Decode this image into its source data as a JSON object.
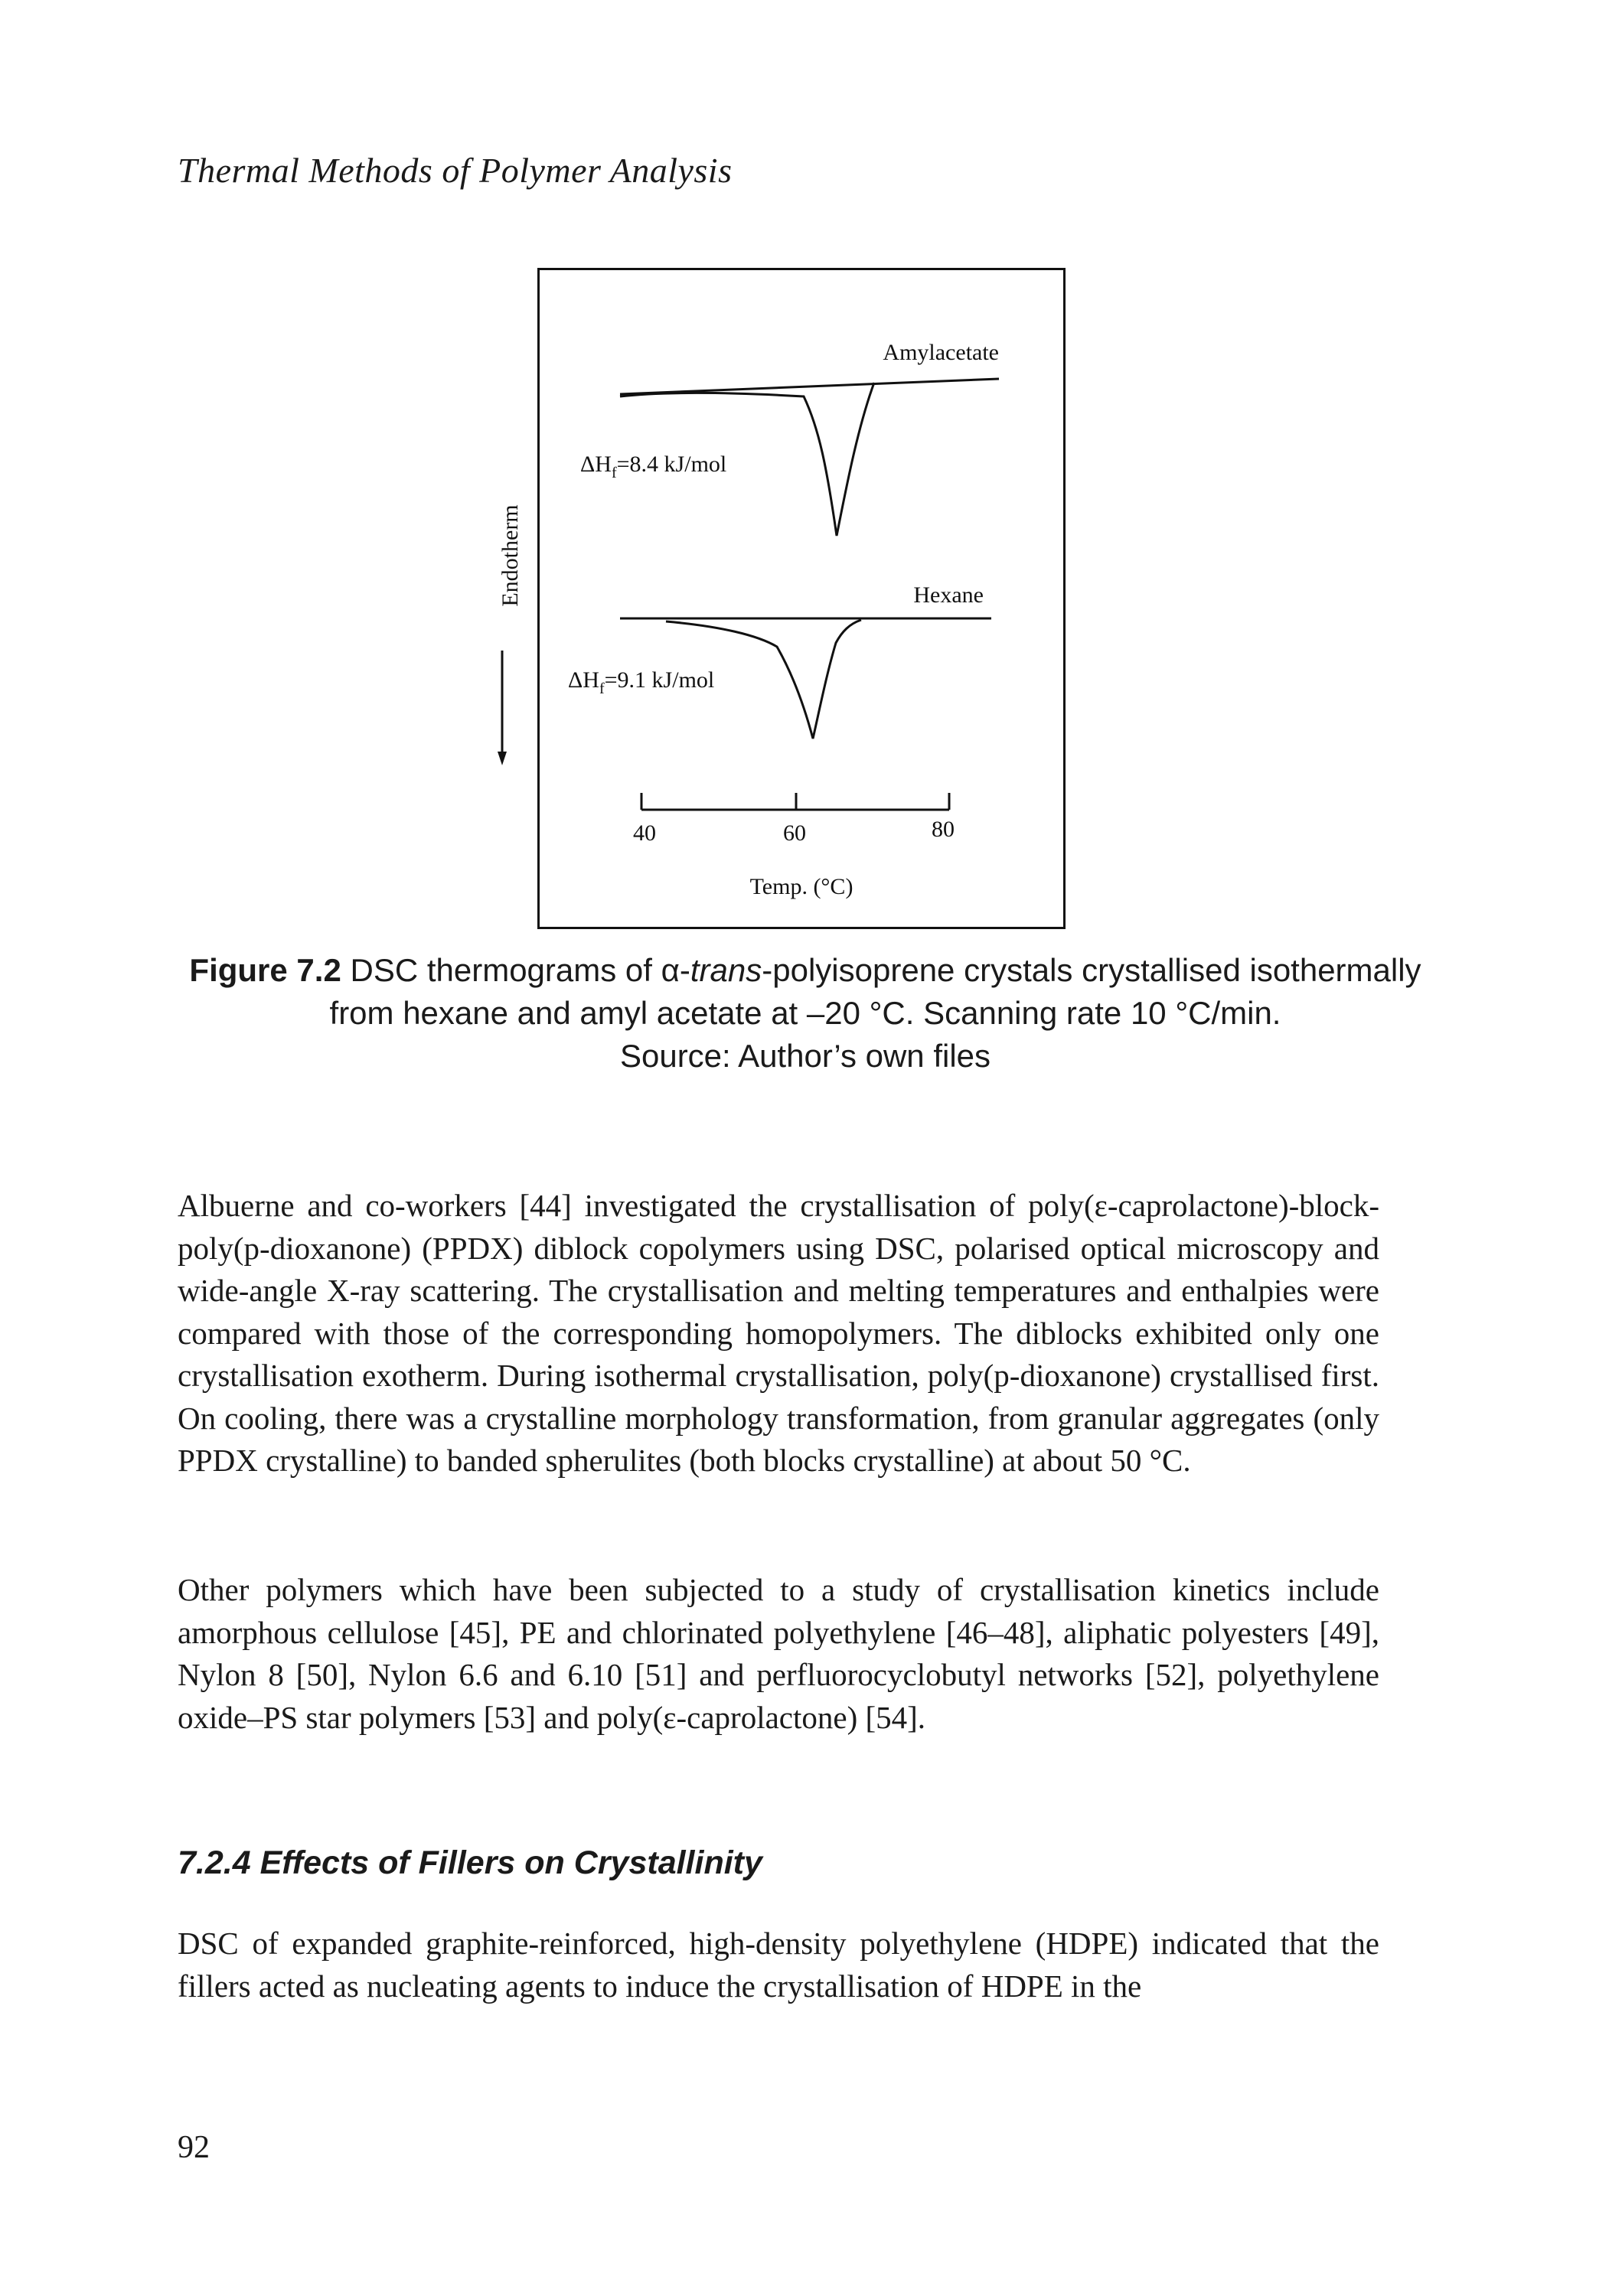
{
  "running_head": "Thermal Methods of Polymer Analysis",
  "figure": {
    "y_axis_label": "Endotherm",
    "x_axis_label": "Temp. (°C)",
    "curves": [
      {
        "label": "Amylacetate",
        "enthalpy_prefix": "ΔH",
        "enthalpy_subscript": "f",
        "enthalpy_value": "=8.4 kJ/mol"
      },
      {
        "label": "Hexane",
        "enthalpy_prefix": "ΔH",
        "enthalpy_subscript": "f",
        "enthalpy_value": "=9.1 kJ/mol"
      }
    ],
    "scale_ticks": [
      "40",
      "60",
      "80"
    ]
  },
  "chart_data": {
    "type": "line",
    "xlabel": "Temp. (°C)",
    "ylabel": "Endotherm",
    "x_ticks": [
      40,
      60,
      80
    ],
    "series": [
      {
        "name": "Amylacetate",
        "annotation": "ΔHf=8.4 kJ/mol",
        "peak_temp_c": 65
      },
      {
        "name": "Hexane",
        "annotation": "ΔHf=9.1 kJ/mol",
        "peak_temp_c": 61
      }
    ]
  },
  "caption": {
    "label": "Figure 7.2",
    "text_before": " DSC thermograms of α-",
    "italic": "trans",
    "text_after": "-polyisoprene crystals crystallised isothermally from hexane and amyl acetate at –20 °C. Scanning rate 10 °C/min.",
    "source": "Source: Author’s own files"
  },
  "paragraphs": [
    "Albuerne and co-workers [44] investigated the crystallisation of poly(ε-caprolactone)-block-poly(p-dioxanone) (PPDX) diblock copolymers using DSC, polarised optical microscopy and wide-angle X-ray scattering. The crystallisation and melting temperatures and enthalpies were compared with those of the corresponding homopolymers. The diblocks exhibited only one crystallisation exotherm. During isothermal crystallisation, poly(p-dioxanone) crystallised first. On cooling, there was a crystalline morphology transformation, from granular aggregates (only PPDX crystalline) to banded spherulites (both blocks crystalline) at about 50 °C.",
    "Other polymers which have been subjected to a study of crystallisation kinetics include amorphous cellulose [45], PE and chlorinated polyethylene [46–48], aliphatic polyesters [49], Nylon 8 [50], Nylon 6.6 and 6.10 [51] and perfluorocyclobutyl networks [52], polyethylene oxide–PS star polymers [53] and poly(ε-caprolactone) [54]."
  ],
  "section_heading": "7.2.4 Effects of Fillers on Crystallinity",
  "section_paragraph": "DSC of expanded graphite-reinforced, high-density polyethylene (HDPE) indicated that the fillers acted as nucleating agents to induce the crystallisation of HDPE in the",
  "page_number": "92"
}
